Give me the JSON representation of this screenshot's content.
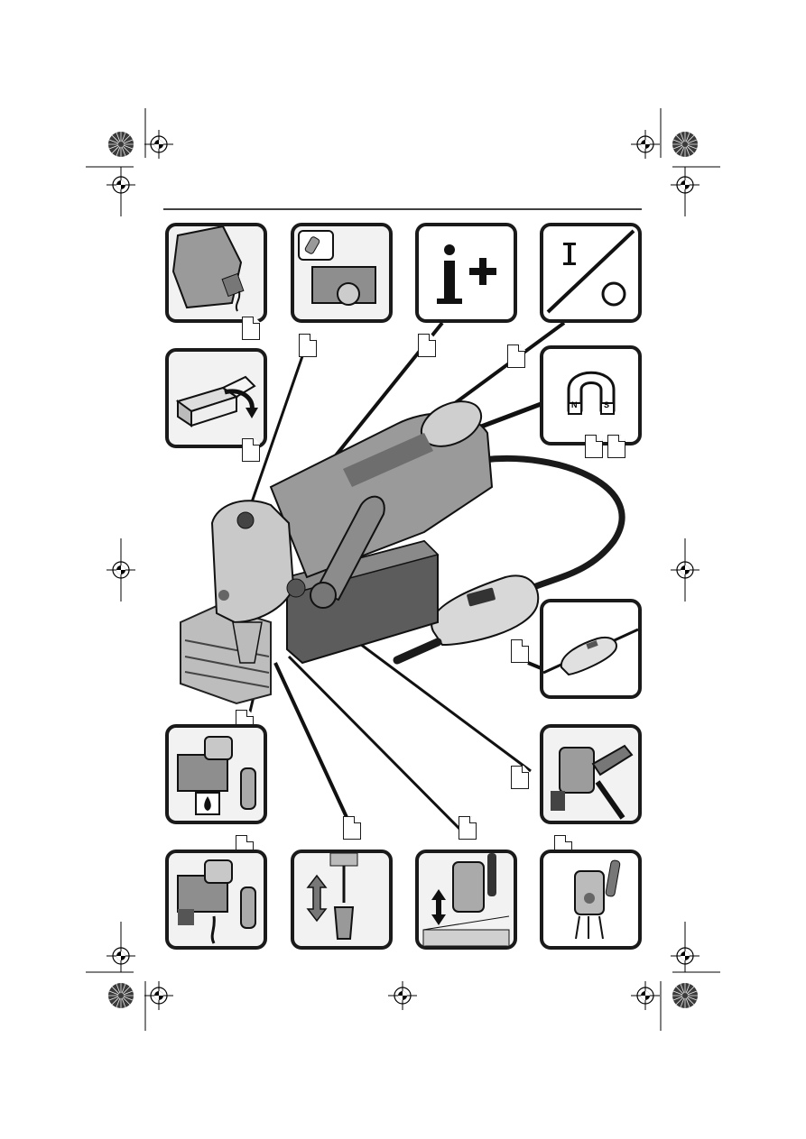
{
  "panels": {
    "info_symbol": "i+",
    "switch_on_symbol": "I",
    "switch_off_symbol": "O",
    "magnet_north": "N",
    "magnet_south": "S"
  },
  "icons": [
    "oil-bottle-icon",
    "core-bit-holder-icon",
    "info-icon",
    "on-off-icon",
    "box-flip-icon",
    "magnet-icon",
    "cable-switch-icon",
    "coolant-icon",
    "drill-change-icon",
    "pilot-pin-icon",
    "height-adjust-icon",
    "lever-icon"
  ]
}
